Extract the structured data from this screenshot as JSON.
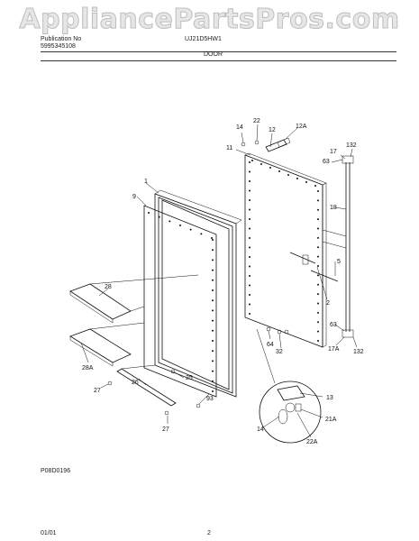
{
  "watermark": "AppliancePartsPros.com",
  "header": {
    "left_line1": "Publication No",
    "left_line2": "5995345108",
    "model": "UJ21D5HW1",
    "section": "DOOR"
  },
  "diagram_code": "P08D0196",
  "footer": {
    "date": "01/01",
    "page": "2"
  },
  "callouts": {
    "c14a": "14",
    "c22a": "22",
    "c12": "12",
    "c12A": "12A",
    "c11": "11",
    "c17": "17",
    "c132a": "132",
    "c63a": "63",
    "c18": "18",
    "c1": "1",
    "c9": "9",
    "c2": "2",
    "c5": "5",
    "c28": "28",
    "c64": "64",
    "c32": "32",
    "c63b": "63",
    "c17A": "17A",
    "c132b": "132",
    "c28A": "28A",
    "c25": "25",
    "c27a": "27",
    "c26": "26",
    "c93": "93",
    "c27b": "27",
    "c13": "13",
    "c21A": "21A",
    "c14b": "14",
    "c22A": "22A"
  }
}
